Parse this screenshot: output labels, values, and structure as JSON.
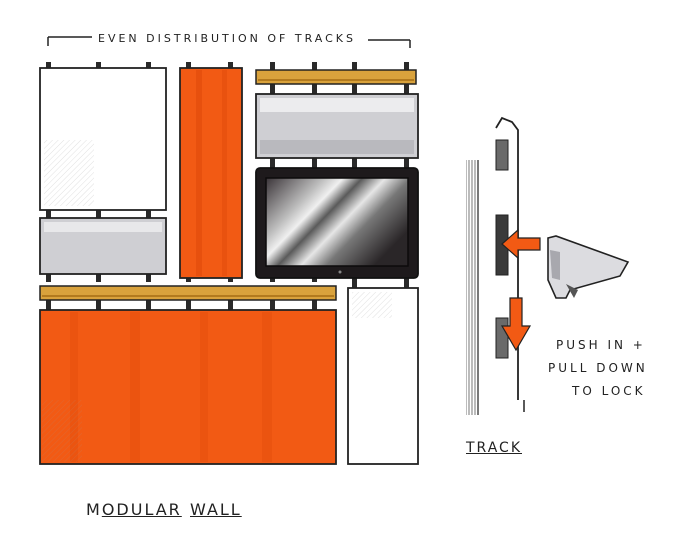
{
  "labels": {
    "header": "EVEN DISTRIBUTION OF TRACKS",
    "instruction_line1": "PUSH IN +",
    "instruction_line2": "PULL DOWN",
    "instruction_line3": "TO LOCK",
    "track": "TRACK",
    "title_word1_first": "M",
    "title_word1_rest": "ODULAR",
    "title_word2": "WALL"
  },
  "colors": {
    "orange": "#f25a14",
    "orange_dark": "#e04a0a",
    "wood": "#d9a23c",
    "wood_dark": "#b27a1e",
    "gray_panel": "#cfcfd3",
    "white_panel": "#ffffff",
    "tv": "#1e1a1c",
    "ink": "#1a1a1a"
  },
  "icons": {
    "arrow_in": "orange-arrow-left-icon",
    "arrow_down": "orange-arrow-down-icon"
  }
}
